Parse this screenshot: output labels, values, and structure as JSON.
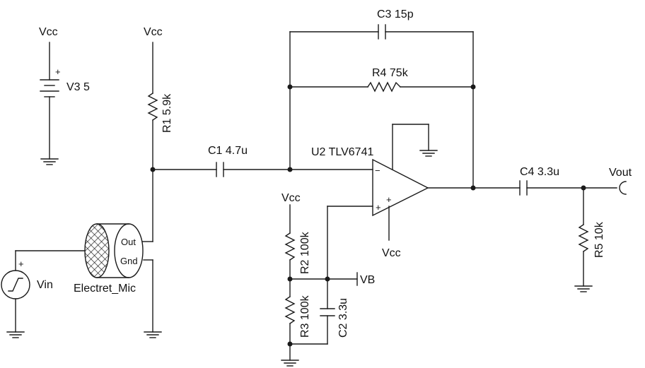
{
  "labels": {
    "vcc_source": "Vcc",
    "v3": "V3 5",
    "vcc_r1": "Vcc",
    "r1": "R1 5.9k",
    "c1": "C1 4.7u",
    "c3": "C3 15p",
    "r4": "R4 75k",
    "u2": "U2 TLV6741",
    "vcc_r2": "Vcc",
    "r2": "R2 100k",
    "r3": "R3 100k",
    "c2": "C2 3.3u",
    "vb": "VB",
    "vcc_opamp": "Vcc",
    "c4": "C4 3.3u",
    "vout": "Vout",
    "r5": "R5 10k",
    "mic_out": "Out",
    "mic_gnd": "Gnd",
    "mic_name": "Electret_Mic",
    "vin": "Vin",
    "plus": "+",
    "minus": "−"
  }
}
